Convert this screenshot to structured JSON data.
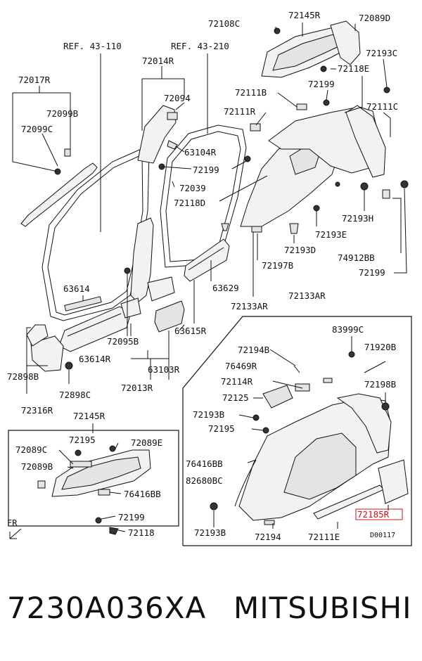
{
  "labels": {
    "ref_43_110": "REF. 43-110",
    "ref_43_210": "REF. 43-210",
    "l72108C": "72108C",
    "l72145R_top": "72145R",
    "l72089D": "72089D",
    "l72193C": "72193C",
    "l72118E": "72118E",
    "l72199_a": "72199",
    "l72111C": "72111C",
    "l72111B": "72111B",
    "l72111R": "72111R",
    "l72014R": "72014R",
    "l72094": "72094",
    "l72017R": "72017R",
    "l72099B": "72099B",
    "l72099C": "72099C",
    "l63104R": "63104R",
    "l72199_b": "72199",
    "l72039": "72039",
    "l72118D": "72118D",
    "l72193H": "72193H",
    "l72193E": "72193E",
    "l72193D": "72193D",
    "l74912BB": "74912BB",
    "l72197B": "72197B",
    "l72199_c": "72199",
    "l63614": "63614",
    "l63629": "63629",
    "l72133AR_a": "72133AR",
    "l72133AR_b": "72133AR",
    "l63615R": "63615R",
    "l72095B": "72095B",
    "l63614R": "63614R",
    "l63103R": "63103R",
    "l72898B": "72898B",
    "l72898C": "72898C",
    "l72013R": "72013R",
    "l72316R": "72316R",
    "l72145R_bot": "72145R",
    "l83999C": "83999C",
    "l72194B": "72194B",
    "l71920B": "71920B",
    "l76469R": "76469R",
    "l72114R": "72114R",
    "l72198B": "72198B",
    "l72125": "72125",
    "l72193B_a": "72193B",
    "l72195_a": "72195",
    "l72195_b": "72195",
    "l72089C": "72089C",
    "l72089E": "72089E",
    "l72089B": "72089B",
    "l76416BB_a": "76416BB",
    "l76416BB_b": "76416BB",
    "l82680BC": "82680BC",
    "l72199_d": "72199",
    "l72118": "72118",
    "l72185R": "72185R",
    "l72193B_b": "72193B",
    "l72194": "72194",
    "l72111E": "72111E",
    "fr": "FR",
    "diagram_code": "D00117"
  },
  "footer": {
    "part_number": "7230A036XA",
    "brand": "MITSUBISHI"
  },
  "colors": {
    "line": "#111111",
    "highlight": "#d0141e",
    "part_fill": "#f2f2f2"
  }
}
